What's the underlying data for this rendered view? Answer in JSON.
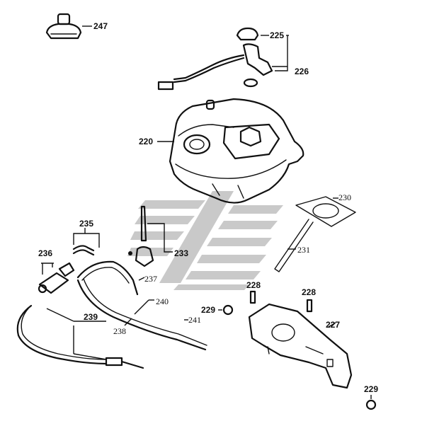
{
  "labels": {
    "p247": "247",
    "p225": "225",
    "p226": "226",
    "p220": "220",
    "p230": "230",
    "p231": "231",
    "p235": "235",
    "p236": "236",
    "p233": "233",
    "p237": "237",
    "p240": "240",
    "p238": "238",
    "p241": "241",
    "p239": "239",
    "p228a": "228",
    "p228b": "228",
    "p229a": "229",
    "p227": "227",
    "p229b": "229"
  },
  "colors": {
    "line": "#111111",
    "watermark": "#bfbfbf",
    "background": "#ffffff"
  }
}
